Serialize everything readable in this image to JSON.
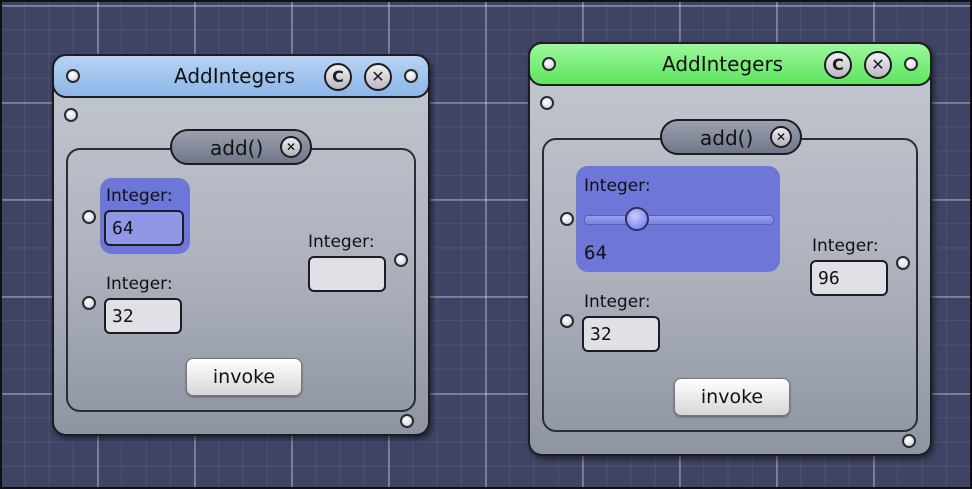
{
  "windows": [
    {
      "title": "AddIntegers",
      "method": "add()",
      "input1": {
        "label": "Integer:",
        "value": "64"
      },
      "input2": {
        "label": "Integer:",
        "value": "32"
      },
      "output": {
        "label": "Integer:",
        "value": ""
      },
      "invoke_label": "invoke",
      "titlebar_color": "#8db6e8"
    },
    {
      "title": "AddIntegers",
      "method": "add()",
      "input1": {
        "label": "Integer:",
        "value": "64",
        "slider_fraction": 0.28
      },
      "input2": {
        "label": "Integer:",
        "value": "32"
      },
      "output": {
        "label": "Integer:",
        "value": "96"
      },
      "invoke_label": "invoke",
      "titlebar_color": "#5ee55e"
    }
  ],
  "icons": {
    "close": "close-icon",
    "collapse": "collapse-icon",
    "port": "port-icon"
  },
  "glyphs": {
    "close": "✕",
    "collapse": "C"
  }
}
